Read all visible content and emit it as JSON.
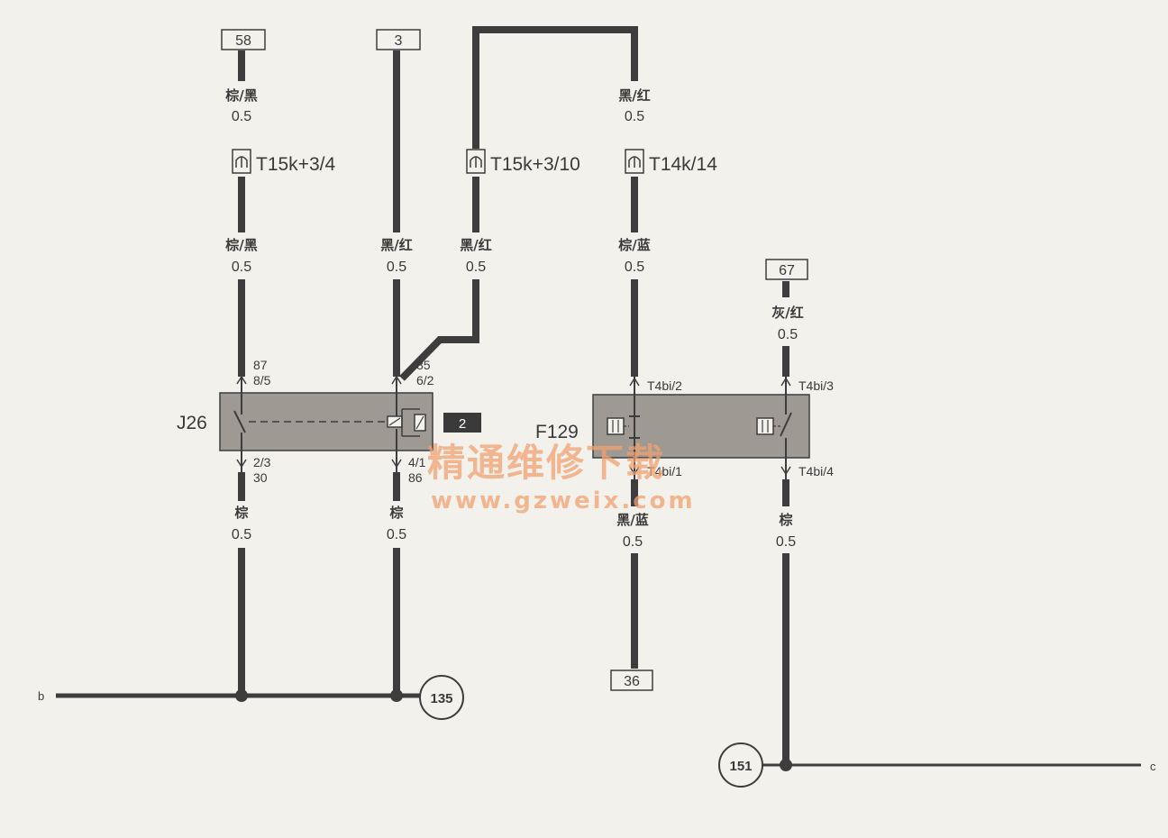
{
  "colors": {
    "wire": "#3d3d3d",
    "relay_fill": "#9e9a93",
    "watermark": "#f0a070",
    "background": "#f3f1ec"
  },
  "references": {
    "r58": "58",
    "r3": "3",
    "r67": "67",
    "r36": "36",
    "badge": "2"
  },
  "circles": {
    "c135": "135",
    "c151": "151"
  },
  "ends": {
    "left": "b",
    "right": "c"
  },
  "components": {
    "relay": "J26",
    "switch": "F129"
  },
  "wires": {
    "w58_top_color": "棕/黑",
    "w58_top_size": "0.5",
    "w58_bot_color": "棕/黑",
    "w58_bot_size": "0.5",
    "w3_color": "黑/红",
    "w3_size": "0.5",
    "wloop_color": "黑/红",
    "wloop_size": "0.5",
    "wtop_right_color": "黑/红",
    "wtop_right_size": "0.5",
    "wright_mid_color": "棕/蓝",
    "wright_mid_size": "0.5",
    "w67_color": "灰/红",
    "w67_size": "0.5",
    "wj26_left_bot_color": "棕",
    "wj26_left_bot_size": "0.5",
    "wj26_right_bot_color": "棕",
    "wj26_right_bot_size": "0.5",
    "wf129_left_bot_color": "黑/蓝",
    "wf129_left_bot_size": "0.5",
    "wf129_right_bot_color": "棕",
    "wf129_right_bot_size": "0.5"
  },
  "connectors": {
    "c1": "T15k+3/4",
    "c2": "T15k+3/10",
    "c3": "T14k/14"
  },
  "pins": {
    "j26_tl_a": "87",
    "j26_tl_b": "8/5",
    "j26_tr_a": "85",
    "j26_tr_b": "6/2",
    "j26_bl_a": "2/3",
    "j26_bl_b": "30",
    "j26_br_a": "4/1",
    "j26_br_b": "86",
    "f129_tl": "T4bi/2",
    "f129_tr": "T4bi/3",
    "f129_bl": "T4bi/1",
    "f129_br": "T4bi/4"
  },
  "watermark": {
    "cn": "精通维修下载",
    "url": "www.gzweix.com"
  }
}
